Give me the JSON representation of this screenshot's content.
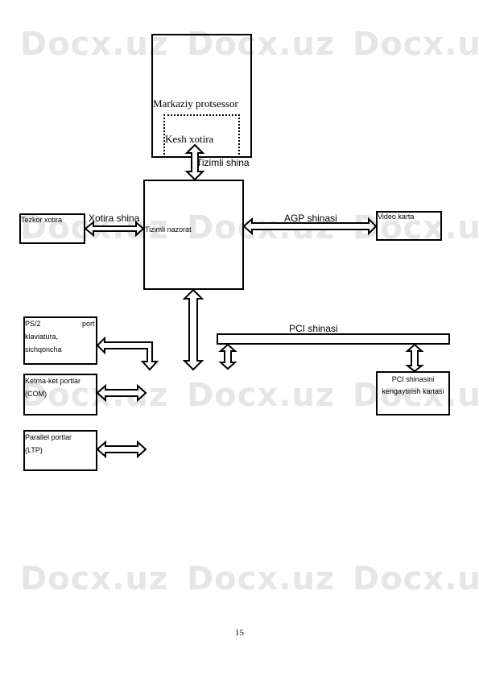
{
  "watermark": {
    "text": "Docx.uz"
  },
  "cpu": {
    "title": "Markaziy protsessor",
    "cache": "Kesh xotira"
  },
  "system_bus_label": "Tizimli shina",
  "controller_label": "Tizimli nazorat",
  "ram": {
    "label": "Tezkor xotira",
    "bus_label": "Xotira shina"
  },
  "video": {
    "label": "Video karta",
    "bus_label": "AGP shinasi"
  },
  "pci": {
    "bus_label": "PCI shinasi",
    "card_lines": [
      "PCI shinasini",
      "kengaytirish kartasi"
    ]
  },
  "ports": {
    "ps2": {
      "lines": [
        "PS/2",
        "port",
        "klaviatura,",
        "sichqoncha"
      ]
    },
    "com": {
      "lines": [
        "Ketma-ket portlar",
        "(COM)"
      ]
    },
    "ltp": {
      "lines": [
        "Parallel portlar",
        "(LTP)"
      ]
    }
  },
  "page_number": "15"
}
